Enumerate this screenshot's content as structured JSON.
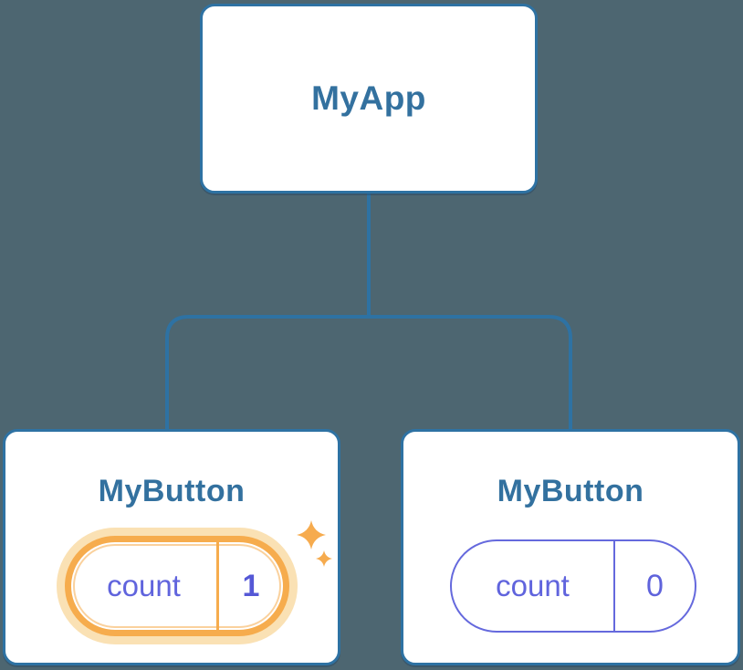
{
  "diagram": {
    "background_color": "#4D6671",
    "connector_color": "#2E72A3",
    "node_border_color": "#2E72A3",
    "node_background": "#FFFFFF",
    "node_title_color": "#33719F"
  },
  "tree": {
    "root": {
      "label": "MyApp"
    },
    "children": [
      {
        "label": "MyButton",
        "state": {
          "key": "count",
          "value": "1"
        },
        "highlighted": true,
        "highlight_border_color": "#F6AC4D",
        "highlight_halo_color": "#FAE1B4",
        "state_text_color": "#5F63DC"
      },
      {
        "label": "MyButton",
        "state": {
          "key": "count",
          "value": "0"
        },
        "highlighted": false,
        "pill_border_color": "#6569DD",
        "state_text_color": "#5F63DC"
      }
    ]
  },
  "icons": {
    "sparkle_large": "four-point-sparkle",
    "sparkle_small": "four-point-sparkle",
    "sparkle_color": "#F6AB4E"
  }
}
